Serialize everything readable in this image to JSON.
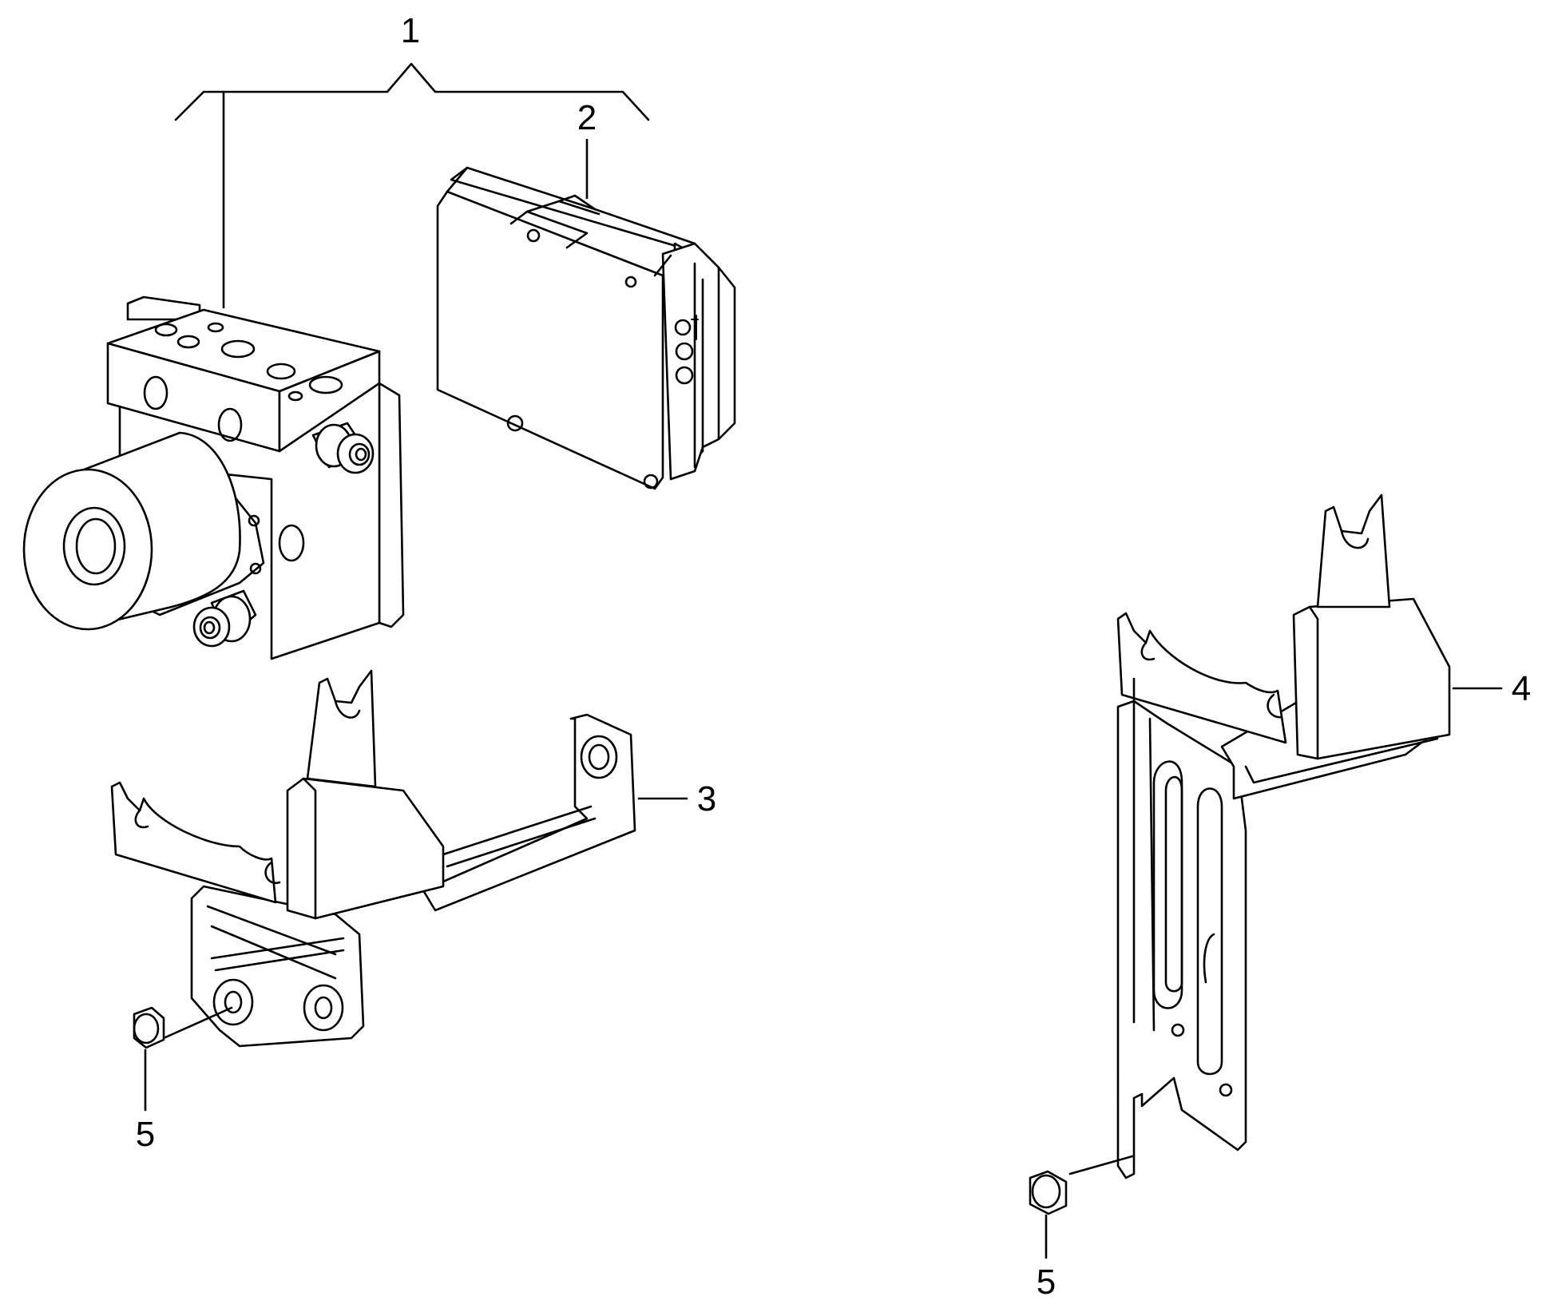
{
  "callouts": [
    {
      "id": "1",
      "label": "1"
    },
    {
      "id": "2",
      "label": "2"
    },
    {
      "id": "3",
      "label": "3"
    },
    {
      "id": "4",
      "label": "4"
    },
    {
      "id": "5a",
      "label": "5"
    },
    {
      "id": "5b",
      "label": "5"
    }
  ],
  "colors": {
    "line": "#000000",
    "background": "#ffffff"
  }
}
